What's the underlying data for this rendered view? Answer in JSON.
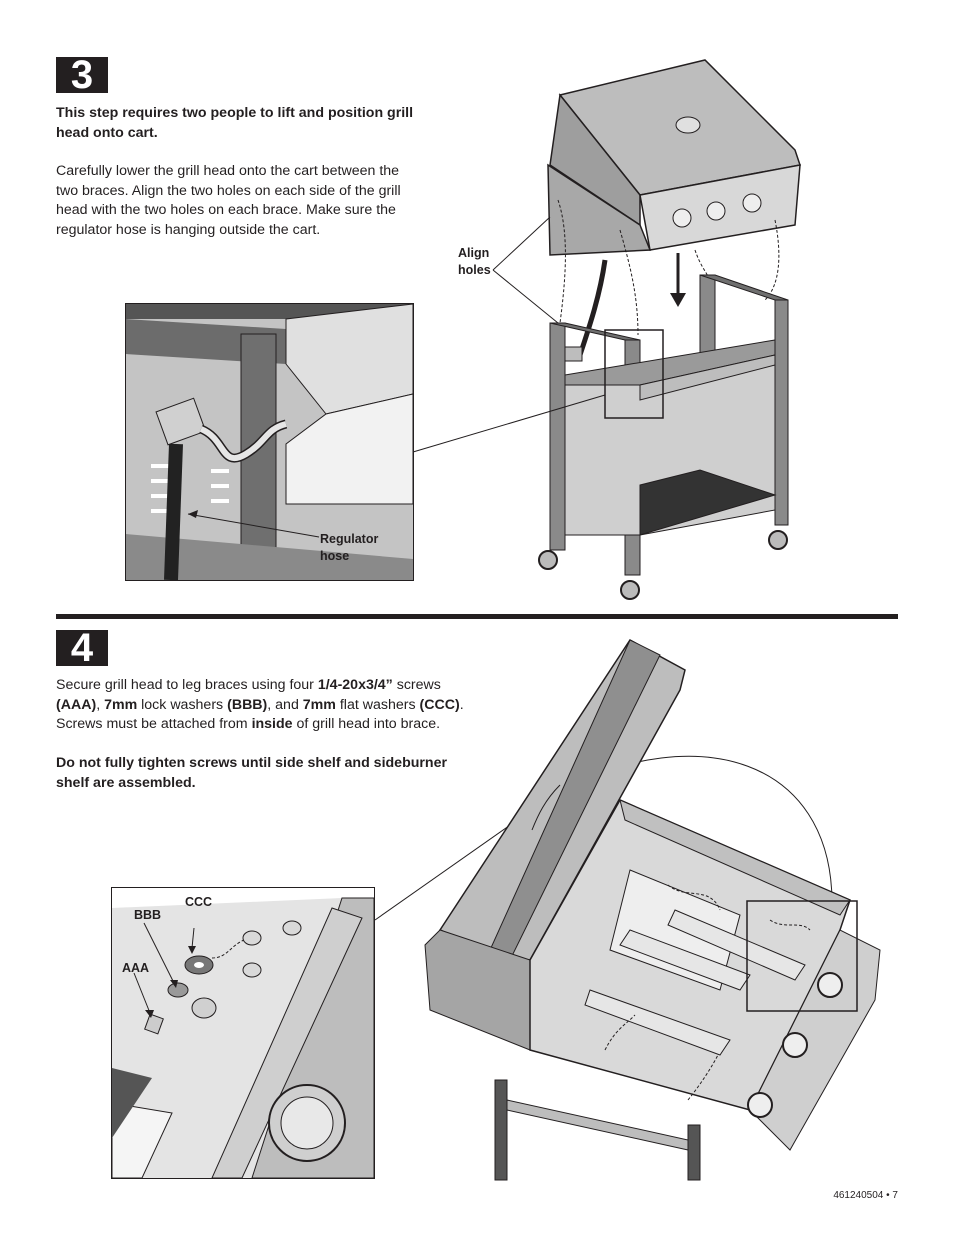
{
  "step3": {
    "number": "3",
    "warning": "This step requires two people to lift and position grill head onto cart.",
    "instructions": "Carefully lower the grill head onto the cart between the two braces. Align the two holes on each side of the grill head with the two holes on each brace. Make sure the regulator hose is hanging outside the cart.",
    "label_align_holes_1": "Align",
    "label_align_holes_2": "holes",
    "label_regulator_1": "Regulator",
    "label_regulator_2": "hose"
  },
  "step4": {
    "number": "4",
    "t1": "Secure grill head to leg braces using four ",
    "t2": "1/4-20x3/4”",
    "t3": " screws ",
    "t4": "(AAA)",
    "t5": ", ",
    "t6": "7mm",
    "t7": " lock washers ",
    "t8": "(BBB)",
    "t9": ", and ",
    "t10": "7mm",
    "t11": " flat washers ",
    "t12": "(CCC)",
    "t13": ". Screws must be attached from ",
    "t14": "inside",
    "t15": " of grill head into brace.",
    "warning": "Do not fully tighten screws until side shelf and sideburner shelf are assembled.",
    "label_ccc": "CCC",
    "label_bbb": "BBB",
    "label_aaa": "AAA"
  },
  "footer": "461240504  •  7"
}
